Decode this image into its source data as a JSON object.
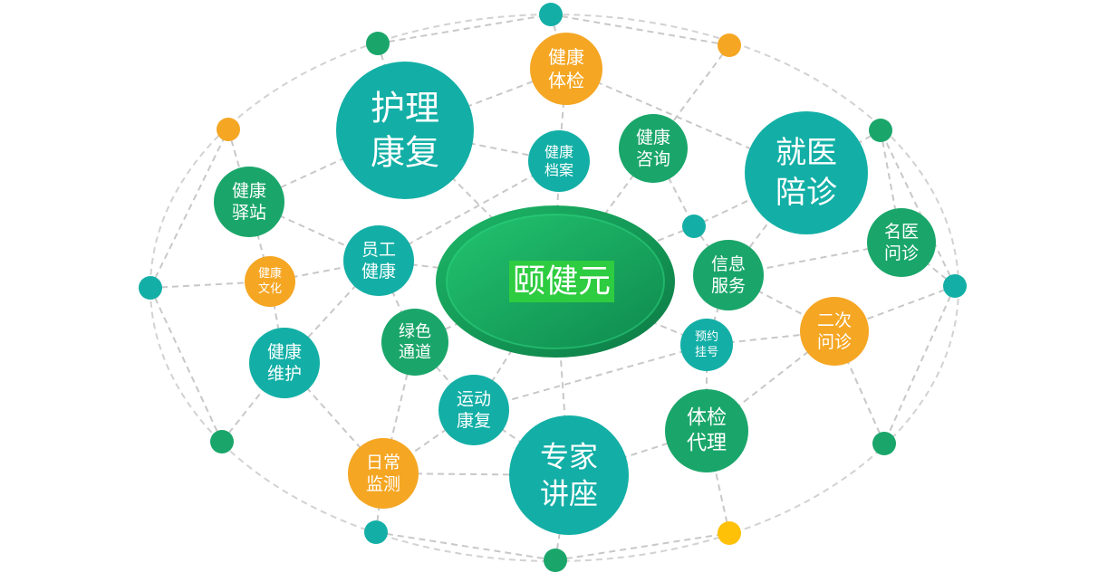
{
  "center": {
    "label": "颐健元",
    "highlight_color": "#2ECC40"
  },
  "colors": {
    "teal": "#13AFA6",
    "green": "#1AA66A",
    "orange": "#F5A623",
    "yellow": "#FFC107",
    "line": "#C8C8C8",
    "center_dark": "#0E7C45",
    "center_light": "#16A85C"
  },
  "nodes": {
    "huli": {
      "lines": [
        "护理",
        "康复"
      ]
    },
    "jiuyi": {
      "lines": [
        "就医",
        "陪诊"
      ]
    },
    "zhuanjia": {
      "lines": [
        "专家",
        "讲座"
      ]
    },
    "tijian": {
      "lines": [
        "健康",
        "体检"
      ]
    },
    "zixun": {
      "lines": [
        "健康",
        "咨询"
      ]
    },
    "dangan": {
      "lines": [
        "健康",
        "档案"
      ]
    },
    "yizhan": {
      "lines": [
        "健康",
        "驿站"
      ]
    },
    "wenhua": {
      "lines": [
        "健康",
        "文化"
      ]
    },
    "yuangong": {
      "lines": [
        "员工",
        "健康"
      ]
    },
    "weihu": {
      "lines": [
        "健康",
        "维护"
      ]
    },
    "lvse": {
      "lines": [
        "绿色",
        "通道"
      ]
    },
    "yundong": {
      "lines": [
        "运动",
        "康复"
      ]
    },
    "richang": {
      "lines": [
        "日常",
        "监测"
      ]
    },
    "xinxi": {
      "lines": [
        "信息",
        "服务"
      ]
    },
    "yuyue": {
      "lines": [
        "预约",
        "挂号"
      ]
    },
    "tijiandaili": {
      "lines": [
        "体检",
        "代理"
      ]
    },
    "erci": {
      "lines": [
        "二次",
        "问诊"
      ]
    },
    "mingyi": {
      "lines": [
        "名医",
        "问诊"
      ]
    }
  }
}
